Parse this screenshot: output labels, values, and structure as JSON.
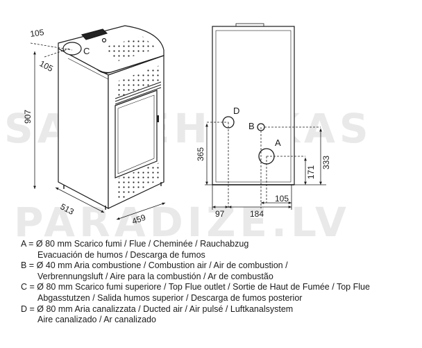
{
  "watermark": {
    "line1": "SANTEHNIKAS",
    "line2": "PARADIZE.LV"
  },
  "front_view": {
    "dim_top_a": "105",
    "dim_top_b": "105",
    "outlet_label": "C",
    "dim_height": "907",
    "dim_depth": "513",
    "dim_width": "459"
  },
  "rear_view": {
    "label_d": "D",
    "label_b": "B",
    "label_a": "A",
    "dim_365": "365",
    "dim_333": "333",
    "dim_171": "171",
    "dim_105": "105",
    "dim_97": "97",
    "dim_184": "184"
  },
  "legend": [
    {
      "first": "A = Ø 80 mm  Scarico fumi / Flue / Cheminée / Rauchabzug",
      "cont": "Evacuación de humos / Descarga de fumos"
    },
    {
      "first": "B = Ø 40 mm  Aria combustione / Combustion air / Air de combustion /",
      "cont": "Verbrennungsluft / Aire para la combustión / Ar de combustão"
    },
    {
      "first": "C = Ø 80 mm  Scarico fumi superiore / Top Flue outlet / Sortie de Haut de Fumée / Top Flue",
      "cont": "Abgasstutzen / Salida humos superior / Descarga de fumos posterior"
    },
    {
      "first": "D = Ø 80 mm  Aria canalizzata / Ducted air / Air pulsé / Luftkanalsystem",
      "cont": "Aire canalizado / Ar canalizado"
    }
  ]
}
